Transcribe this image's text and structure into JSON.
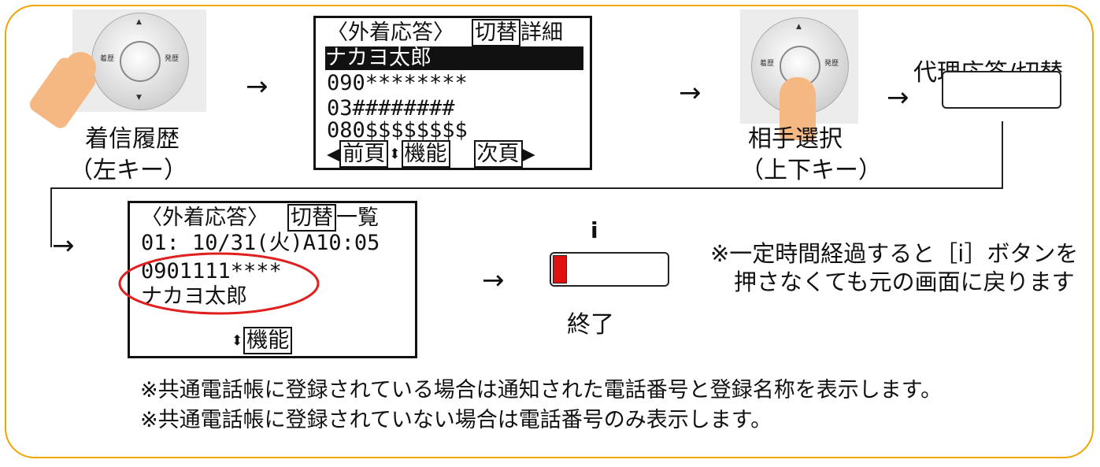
{
  "step1": {
    "label": "着信履歴",
    "sublabel": "（左キー）",
    "key_left": "着歴",
    "key_right": "発歴"
  },
  "arrow": "→",
  "screen1": {
    "title": "〈外着応答〉",
    "mode_boxed": "切替",
    "mode": "詳細",
    "name_highlighted": "ナカヨ太郎",
    "line2": "090********",
    "line3": "03########",
    "line4": "080$$$$$$$$",
    "nav_left": "◀",
    "nav_prev": "前頁",
    "nav_updown": "⬍",
    "nav_func": "機能",
    "nav_next": "次頁",
    "nav_right": "▶"
  },
  "step2": {
    "label": "相手選択",
    "sublabel": "（上下キー）",
    "key_left": "着歴",
    "key_right": "発歴"
  },
  "step3": {
    "label": "代理応答/切替"
  },
  "screen2": {
    "title": "〈外着応答〉",
    "mode_boxed": "切替",
    "mode": "一覧",
    "line1": "01:   10/31(火)A10:05",
    "line2": "0901111****",
    "line3": "ナカヨ太郎",
    "nav_updown": "⬍",
    "nav_func": "機能"
  },
  "step4": {
    "button_label": "i",
    "label": "終了"
  },
  "note_side": [
    "※一定時間経過すると［i］ボタンを",
    "押さなくても元の画面に戻ります"
  ],
  "notes_bottom": [
    "※共通電話帳に登録されている場合は通知された電話番号と登録名称を表示します。",
    "※共通電話帳に登録されていない場合は電話番号のみ表示します。"
  ],
  "colors": {
    "frame": "#f0a500",
    "finger": "#f6b882",
    "highlight_ellipse": "#e02020",
    "end_button_red": "#e01010"
  }
}
